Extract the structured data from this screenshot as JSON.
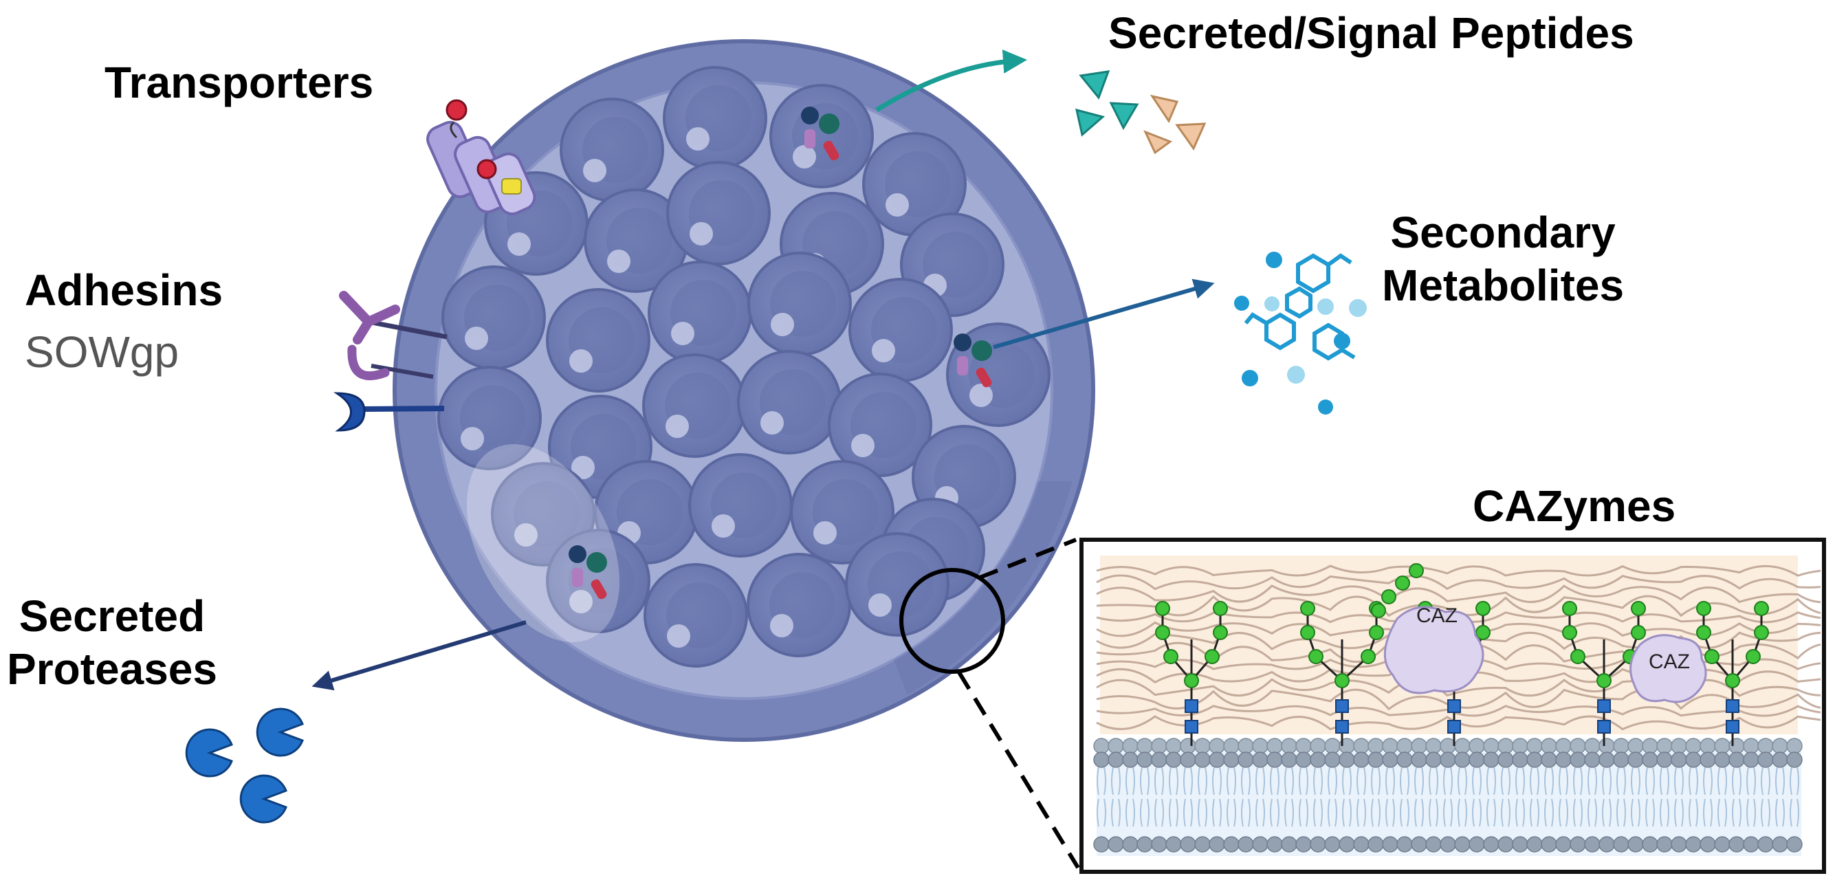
{
  "labels": {
    "transporters": "Transporters",
    "secreted_peptides": "Secreted/Signal Peptides",
    "secondary_metabolites": "Secondary\nMetabolites",
    "adhesins": "Adhesins",
    "adhesins_sub": "SOWgp",
    "secreted_proteases": "Secreted\nProteases",
    "cazymes": "CAZymes",
    "caz_enzyme": "CAZ"
  },
  "colors": {
    "spherule_outer": "#7784b9",
    "spherule_inner": "#a4add4",
    "endospore": "#6f7cb3",
    "peptide_teal": "#2cb7ae",
    "peptide_tan": "#f0c7a2",
    "metabolite_blue": "#1f9ad2",
    "protease_blue": "#1f6fc9",
    "arrow_teal": "#1a9d94",
    "arrow_navy": "#233a73",
    "glycan_green": "#3fc43a",
    "glycan_blue": "#2b6fc7",
    "membrane_gray": "#8d9bab",
    "wall_beige": "#fbeedf"
  }
}
